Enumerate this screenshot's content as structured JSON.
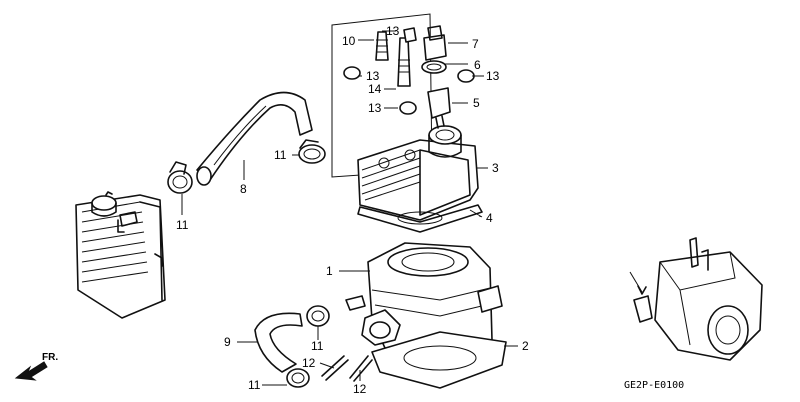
{
  "callouts": {
    "c1": "1",
    "c2": "2",
    "c3": "3",
    "c4": "4",
    "c5": "5",
    "c6": "6",
    "c7": "7",
    "c8": "8",
    "c9": "9",
    "c10": "10",
    "c11a": "11",
    "c11b": "11",
    "c11c": "11",
    "c11d": "11",
    "c12a": "12",
    "c12b": "12",
    "c13a": "13",
    "c13b": "13",
    "c13c": "13",
    "c13d": "13",
    "c14": "14"
  },
  "front_marker": "FR.",
  "diagram_code": "GE2P-E0100"
}
